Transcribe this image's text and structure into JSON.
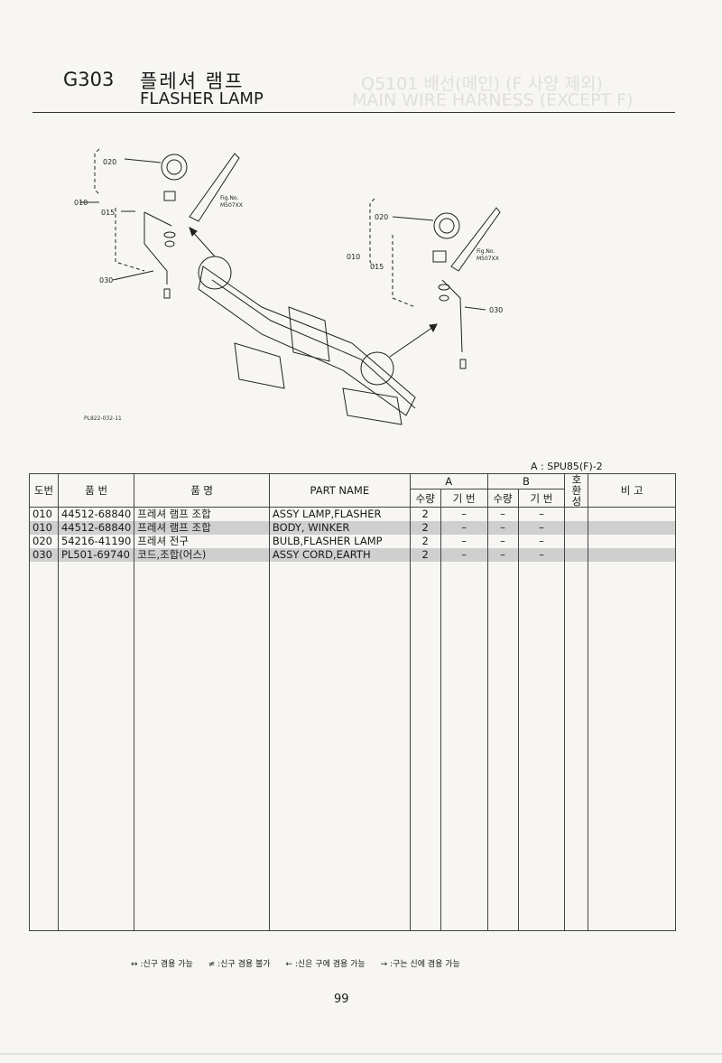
{
  "header": {
    "code": "G303",
    "title_ko": "플레셔 램프",
    "title_en": "FLASHER LAMP",
    "ghost_line1": "Q5101 배선(메인) (F 사양 제외)",
    "ghost_line2": "MAIN WIRE HARNESS (EXCEPT F)"
  },
  "diagram": {
    "left": {
      "label_020": "020",
      "label_010": "010",
      "label_015": "015",
      "label_030": "030",
      "fig_no": "Fig.No.",
      "fig_ref": "M507XX"
    },
    "right": {
      "label_020": "020",
      "label_010": "010",
      "label_015": "015",
      "label_030": "030",
      "fig_no": "Fig.No.",
      "fig_ref": "M507XX"
    },
    "ref_code": "PL822-032-11"
  },
  "model": "A : SPU85(F)-2",
  "table": {
    "headers": {
      "no": "도번",
      "part_no": "품 번",
      "name_ko": "품 명",
      "part_name": "PART NAME",
      "group_a": "A",
      "group_b": "B",
      "qty": "수량",
      "basic_no": "기 번",
      "compat": "호\n환\n성",
      "remarks": "비 고"
    },
    "rows": [
      {
        "no": "010",
        "part_no": "44512-68840",
        "name_ko": "프레셔 램프 조합",
        "part_name": "ASSY LAMP,FLASHER",
        "qty_a": "2",
        "basic_a": "–",
        "qty_b": "–",
        "basic_b": "–",
        "shade": false
      },
      {
        "no": "010",
        "part_no": "44512-68840",
        "name_ko": "프레셔 램프 조합",
        "part_name": "BODY, WINKER",
        "qty_a": "2",
        "basic_a": "–",
        "qty_b": "–",
        "basic_b": "–",
        "shade": true
      },
      {
        "no": "020",
        "part_no": "54216-41190",
        "name_ko": "프레셔 전구",
        "part_name": "BULB,FLASHER LAMP",
        "qty_a": "2",
        "basic_a": "–",
        "qty_b": "–",
        "basic_b": "–",
        "shade": false
      },
      {
        "no": "030",
        "part_no": "PL501-69740",
        "name_ko": "코드,조합(어스)",
        "part_name": "ASSY CORD,EARTH",
        "qty_a": "2",
        "basic_a": "–",
        "qty_b": "–",
        "basic_b": "–",
        "shade": true
      }
    ]
  },
  "legend": [
    "↔ :신구 겸용 가능",
    "≠ :신구 겸용 불가",
    "← :신은 구에 겸용 가능",
    "→ :구는 신에 겸용 가능"
  ],
  "page_number": "99"
}
